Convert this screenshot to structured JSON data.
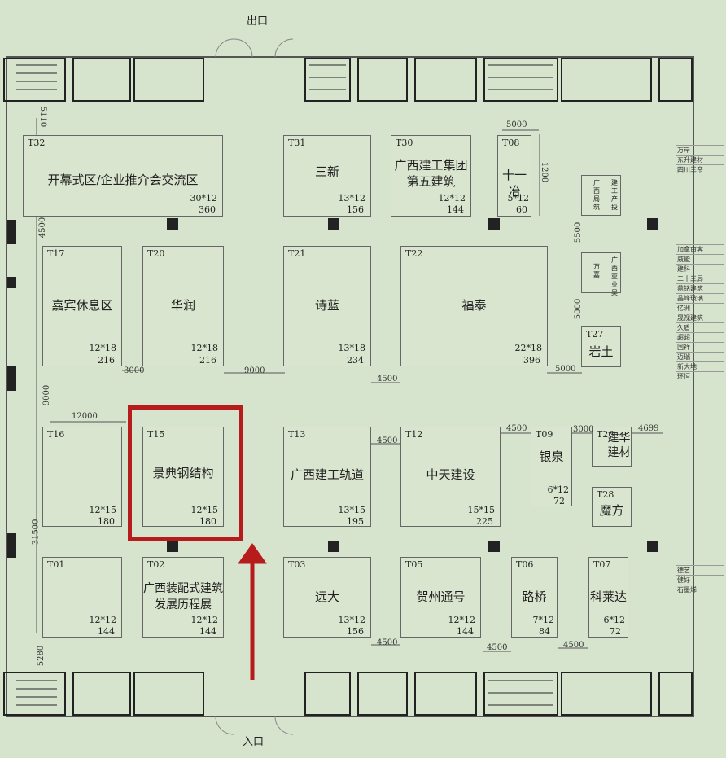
{
  "labels": {
    "exit": "出口",
    "entrance": "入口"
  },
  "booths": [
    {
      "code": "T32",
      "name": "开幕式区/企业推介会交流区",
      "size": "30*12",
      "area": "360"
    },
    {
      "code": "T31",
      "name": "三新",
      "size": "13*12",
      "area": "156"
    },
    {
      "code": "T30",
      "name": "广西建工集团\n第五建筑",
      "size": "12*12",
      "area": "144"
    },
    {
      "code": "T08",
      "name": "十一冶",
      "size": "5*12",
      "area": "60"
    },
    {
      "code": "T17",
      "name": "嘉宾休息区",
      "size": "12*18",
      "area": "216"
    },
    {
      "code": "T20",
      "name": "华润",
      "size": "12*18",
      "area": "216"
    },
    {
      "code": "T21",
      "name": "诗蓝",
      "size": "13*18",
      "area": "234"
    },
    {
      "code": "T22",
      "name": "福泰",
      "size": "22*18",
      "area": "396"
    },
    {
      "code": "T27",
      "name": "岩土",
      "size": "",
      "area": ""
    },
    {
      "code": "T16",
      "name": "",
      "size": "12*15",
      "area": "180"
    },
    {
      "code": "T15",
      "name": "景典钢结构",
      "size": "12*15",
      "area": "180"
    },
    {
      "code": "T13",
      "name": "广西建工轨道",
      "size": "13*15",
      "area": "195"
    },
    {
      "code": "T12",
      "name": "中天建设",
      "size": "15*15",
      "area": "225"
    },
    {
      "code": "T09",
      "name": "银泉",
      "size": "6*12",
      "area": "72"
    },
    {
      "code": "T26",
      "name": "建华\n建材",
      "size": "",
      "area": ""
    },
    {
      "code": "T28",
      "name": "魔方",
      "size": "",
      "area": ""
    },
    {
      "code": "T01",
      "name": "",
      "size": "12*12",
      "area": "144"
    },
    {
      "code": "T02",
      "name": "广西装配式建筑\n发展历程展",
      "size": "12*12",
      "area": "144"
    },
    {
      "code": "T03",
      "name": "远大",
      "size": "13*12",
      "area": "156"
    },
    {
      "code": "T05",
      "name": "贺州通号",
      "size": "12*12",
      "area": "144"
    },
    {
      "code": "T06",
      "name": "路桥",
      "size": "7*12",
      "area": "84"
    },
    {
      "code": "T07",
      "name": "科莱达",
      "size": "6*12",
      "area": "72"
    }
  ],
  "small_booths": [
    "广西局筑",
    "建工产投",
    "万嘉",
    "广西亚业吴"
  ],
  "side_booths": [
    "万岸",
    "东升建材",
    "四川三帝",
    "加拿审客",
    "威能",
    "建科",
    "二十三局",
    "鼎铭建筑",
    "晶峰玻璃",
    "亿洲",
    "晟视建筑",
    "久盾",
    "超超",
    "国祥",
    "迈瑞",
    "新大地",
    "环恒",
    "德艺",
    "健好",
    "石墨烯"
  ],
  "dimensions": [
    "5000",
    "1200",
    "5110",
    "4500",
    "3000",
    "9000",
    "4500",
    "5000",
    "5500",
    "5000",
    "9000",
    "12000",
    "4500",
    "4500",
    "3000",
    "4699",
    "31500",
    "4500",
    "4500",
    "4500",
    "5280"
  ],
  "highlight": {
    "booth": "T15",
    "color": "#b71c1c"
  }
}
